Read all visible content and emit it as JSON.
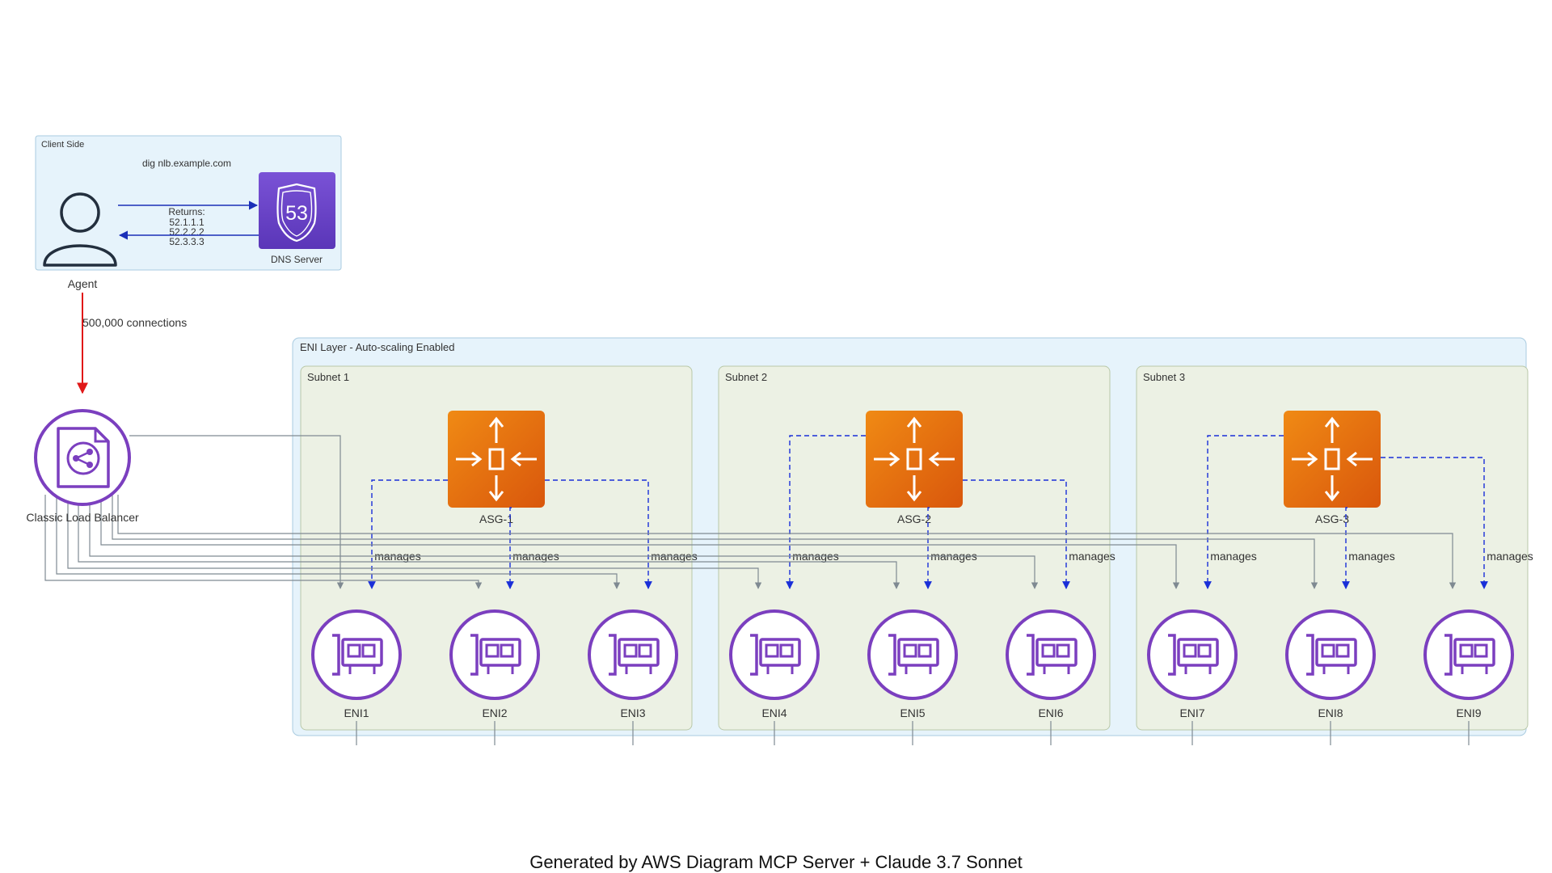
{
  "client_side": {
    "cluster_label": "Client Side",
    "query_label": "dig nlb.example.com",
    "returns_label": "Returns:",
    "returns_ips": [
      "52.1.1.1",
      "52.2.2.2",
      "52.3.3.3"
    ],
    "agent_label": "Agent",
    "dns_label": "DNS Server",
    "route53_glyph": "53"
  },
  "connections_label": "500,000 connections",
  "load_balancer_label": "Classic Load Balancer",
  "eni_layer_label": "ENI Layer - Auto-scaling Enabled",
  "manages_label": "manages",
  "subnets": [
    {
      "label": "Subnet 1",
      "asg": "ASG-1",
      "enis": [
        "ENI1",
        "ENI2",
        "ENI3"
      ]
    },
    {
      "label": "Subnet 2",
      "asg": "ASG-2",
      "enis": [
        "ENI4",
        "ENI5",
        "ENI6"
      ]
    },
    {
      "label": "Subnet 3",
      "asg": "ASG-3",
      "enis": [
        "ENI7",
        "ENI8",
        "ENI9"
      ]
    }
  ],
  "colors": {
    "client_bg": "#e6f3fb",
    "eni_layer_bg": "#e6f3fb",
    "subnet_bg": "#ecf1e4",
    "route53": "#6a42c8",
    "asg_orange": "#e8690f",
    "eni_purple": "#7b3fbf",
    "dns_arrow": "#1a2fb8",
    "red_arrow": "#e01818",
    "gray_edge": "#7f8a92",
    "dashed_blue": "#1a2fd8"
  },
  "footer": "Generated by AWS Diagram MCP Server + Claude 3.7 Sonnet"
}
